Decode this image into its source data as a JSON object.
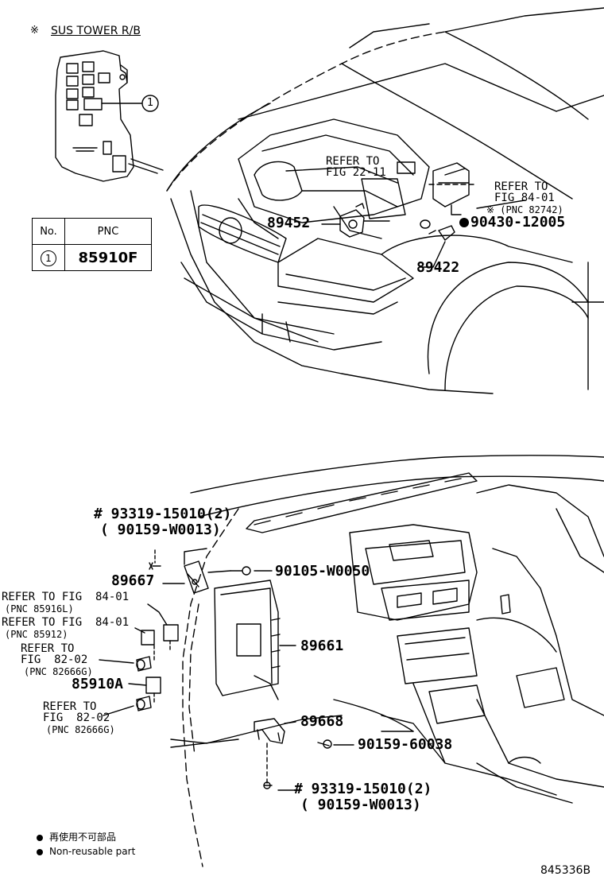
{
  "header": {
    "mark": "※",
    "title": "SUS TOWER R/B"
  },
  "callout_marker": "1",
  "pnc_table": {
    "headers": [
      "No.",
      "PNC"
    ],
    "rows": [
      {
        "no": "1",
        "pnc": "85910F"
      }
    ]
  },
  "engine_bay": {
    "refer_fig_22": [
      "REFER TO",
      "FIG 22-11"
    ],
    "refer_fig_84": [
      "REFER TO",
      "FIG 84-01"
    ],
    "pnc_82742": "※ (PNC 82742)",
    "part_89452": "89452",
    "part_90430": "90430-12005",
    "part_89422": "89422"
  },
  "dash": {
    "p93319_top": "# 93319-15010(2)",
    "p90159_top": "( 90159-W0013)",
    "p89667": "89667",
    "p90105": "90105-W0050",
    "refer1_a": "REFER TO FIG  84-01",
    "refer1_b": "(PNC 85916L)",
    "refer2_a": "REFER TO FIG  84-01",
    "refer2_b": "(PNC 85912)",
    "refer3_a": "REFER TO",
    "refer3_b": "FIG  82-02",
    "refer3_c": "(PNC 82666G)",
    "p85910A": "85910A",
    "refer4_a": "REFER TO",
    "refer4_b": "FIG  82-02",
    "refer4_c": "(PNC 82666G)",
    "p89661": "89661",
    "p89668": "89668",
    "p90159_60038": "90159-60038",
    "p93319_bot": "# 93319-15010(2)",
    "p90159_bot": "( 90159-W0013)"
  },
  "legend": {
    "jp": "再使用不可部品",
    "en": "Non-reusable part"
  },
  "figure_code": "845336B"
}
